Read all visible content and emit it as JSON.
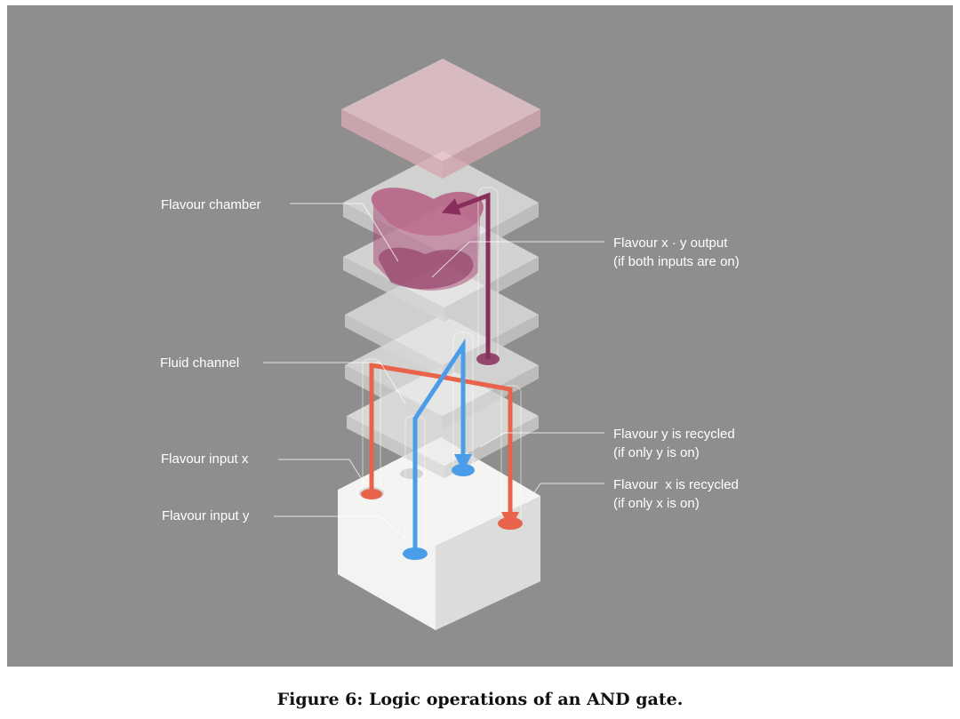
{
  "labels": {
    "flavour_chamber": "Flavour chamber",
    "fluid_channel": "Fluid channel",
    "flavour_input_x": "Flavour input x",
    "flavour_input_y": "Flavour input y",
    "output_line1": "Flavour x · y output",
    "output_line2": "(if both inputs are on)",
    "y_recycled_line1": "Flavour y is recycled",
    "y_recycled_line2": "(if only y is on)",
    "x_recycled_line1": "Flavour  x is recycled",
    "x_recycled_line2": "(if only x is on)"
  },
  "caption": "Figure 6: Logic operations of an AND gate.",
  "colors": {
    "background": "#8e8e8e",
    "input_x": "#e8634a",
    "input_y": "#4a9de8",
    "output": "#8a2f5c",
    "layer": "#ececea",
    "lid": "#e9c9cf"
  }
}
